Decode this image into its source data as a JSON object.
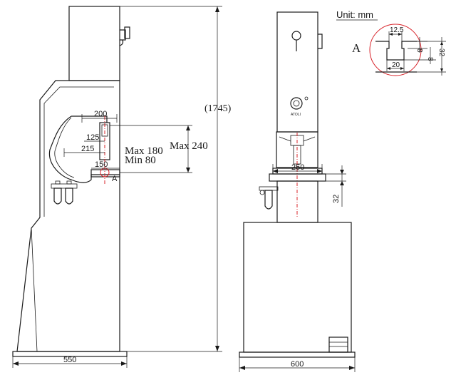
{
  "side_view": {
    "overall_height": "(1745)",
    "throat_depth": "200",
    "width_125": "125",
    "width_215": "215",
    "stroke_max": "Max 180",
    "stroke_min": "Min 80",
    "open_height": "Max 240",
    "table_depth": "150",
    "detail_ref": "A",
    "base_depth": "550"
  },
  "front_view": {
    "table_width": "250",
    "table_thickness": "32",
    "base_width": "600",
    "brand_text": "ATOLI"
  },
  "detail_a": {
    "unit_label": "Unit: mm",
    "label": "A",
    "slot_top_width": "12.5",
    "slot_width": "20",
    "slot_upper_depth": "8",
    "slot_neck_depth": "8",
    "slot_total_depth": "32"
  }
}
